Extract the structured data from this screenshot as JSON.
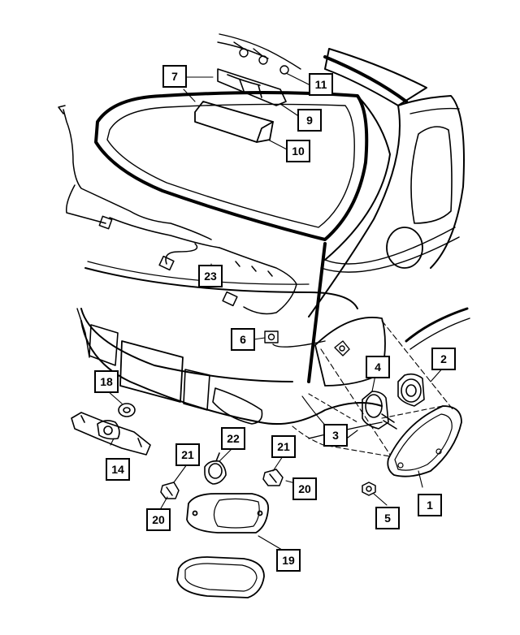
{
  "callouts": [
    {
      "id": "c1",
      "label": "1"
    },
    {
      "id": "c2",
      "label": "2"
    },
    {
      "id": "c3",
      "label": "3"
    },
    {
      "id": "c4",
      "label": "4"
    },
    {
      "id": "c5",
      "label": "5"
    },
    {
      "id": "c6",
      "label": "6"
    },
    {
      "id": "c7",
      "label": "7"
    },
    {
      "id": "c9",
      "label": "9"
    },
    {
      "id": "c10",
      "label": "10"
    },
    {
      "id": "c11",
      "label": "11"
    },
    {
      "id": "c14",
      "label": "14"
    },
    {
      "id": "c18",
      "label": "18"
    },
    {
      "id": "c19",
      "label": "19"
    },
    {
      "id": "c20a",
      "label": "20"
    },
    {
      "id": "c20b",
      "label": "20"
    },
    {
      "id": "c21a",
      "label": "21"
    },
    {
      "id": "c21b",
      "label": "21"
    },
    {
      "id": "c22",
      "label": "22"
    },
    {
      "id": "c23",
      "label": "23"
    }
  ]
}
